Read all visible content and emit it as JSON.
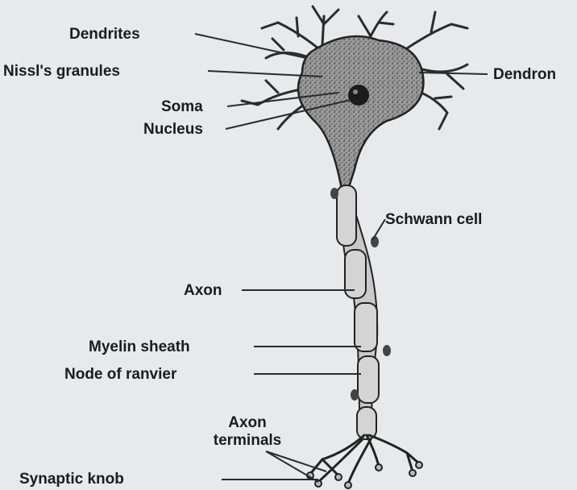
{
  "labels": {
    "dendrites": "Dendrites",
    "nissl": "Nissl's granules",
    "soma": "Soma",
    "nucleus": "Nucleus",
    "dendron": "Dendron",
    "schwann": "Schwann cell",
    "axon": "Axon",
    "myelin": "Myelin sheath",
    "node": "Node of ranvier",
    "terminals_line1": "Axon",
    "terminals_line2": "terminals",
    "synaptic": "Synaptic knob"
  }
}
